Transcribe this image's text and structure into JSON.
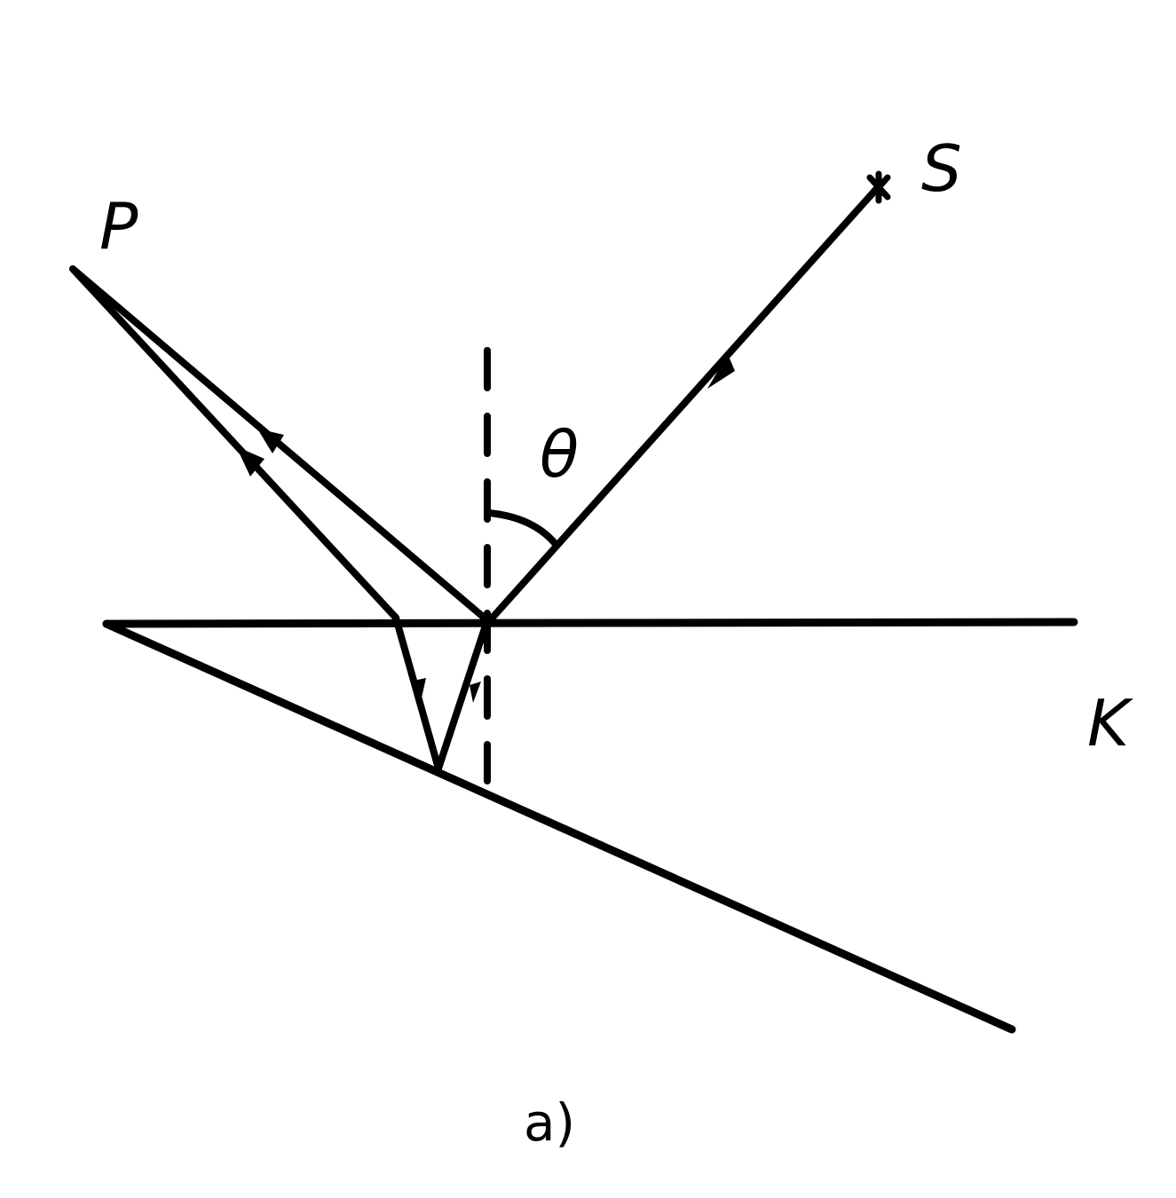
{
  "labels": {
    "source": "S",
    "point": "P",
    "medium": "K",
    "angle": "θ",
    "caption": "a)"
  },
  "colors": {
    "ink": "#000000",
    "background": "#ffffff"
  }
}
